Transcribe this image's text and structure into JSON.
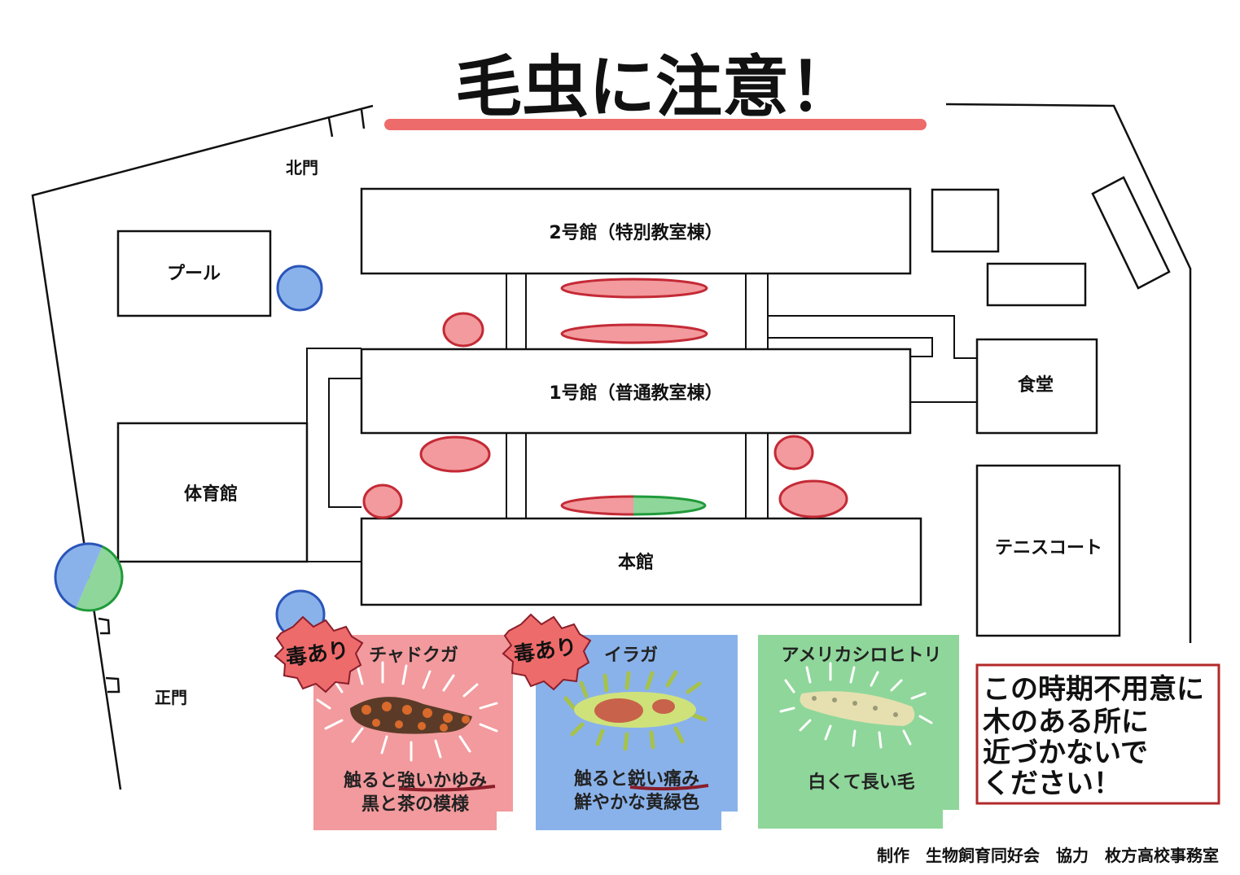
{
  "title": "毛虫に注意！",
  "colors": {
    "danger_red": "#f29a9d",
    "danger_stroke": "#c42a36",
    "blue": "#8ab2ea",
    "blue_stroke": "#2a55b8",
    "green": "#8fd69a",
    "green_stroke": "#1f9a3a",
    "title_underline": "#ee6b6b"
  },
  "map": {
    "gates": {
      "north": "北門",
      "main": "正門"
    },
    "buildings": {
      "building2": "2号館（特別教室棟）",
      "building1": "1号館（普通教室棟）",
      "main_hall": "本館",
      "pool": "プール",
      "gym": "体育館",
      "cafeteria": "食堂",
      "tennis": "テニスコート"
    }
  },
  "caterpillars": [
    {
      "badge": "毒あり",
      "name": "チャドクガ",
      "desc1": "触ると強いかゆみ",
      "desc2": "黒と茶の模様",
      "color": "#f29a9d"
    },
    {
      "badge": "毒あり",
      "name": "イラガ",
      "desc1": "触ると鋭い痛み",
      "desc2": "鮮やかな黄緑色",
      "color": "#8ab2ea"
    },
    {
      "name": "アメリカシロヒトリ",
      "desc1": "白くて長い毛",
      "color": "#8fd69a"
    }
  ],
  "notice": {
    "line1": "この時期不用意に",
    "line2": "木のある所に",
    "line3": "近づかないで",
    "line4": "ください！"
  },
  "credits": "制作　生物飼育同好会　協力　枚方高校事務室"
}
